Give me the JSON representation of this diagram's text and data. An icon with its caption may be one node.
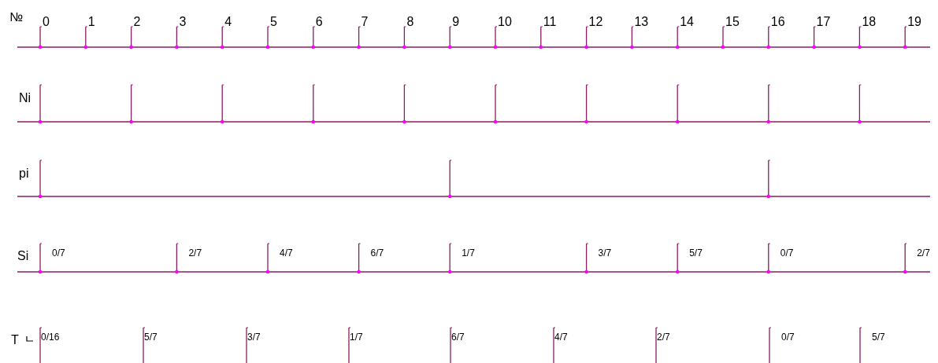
{
  "diagram": {
    "labels": [
      "№",
      "0",
      "1",
      "2",
      "3",
      "4",
      "5",
      "6",
      "7",
      "8",
      "9",
      "10",
      "11",
      "12",
      "13",
      "14",
      "15",
      "16",
      "17",
      "18",
      "19",
      "Ni",
      "pi",
      "Si",
      "0/7",
      "2/7",
      "4/7",
      "6/7",
      "1/7",
      "3/7",
      "5/7",
      "0/7",
      "2/7",
      "T",
      "0/16",
      "5/7",
      "3/7",
      "1/7",
      "6/7",
      "4/7",
      "2/7",
      "0/7",
      "5/7"
    ]
  }
}
